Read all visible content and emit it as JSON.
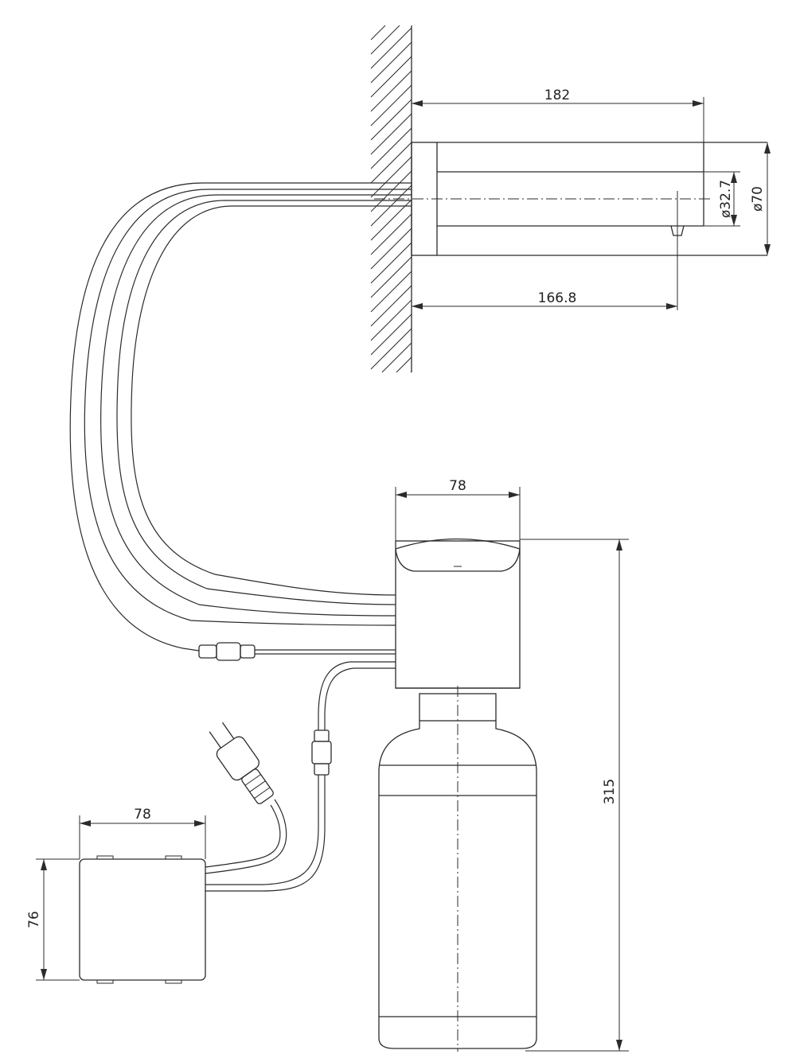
{
  "dimensions": {
    "spout_length": "182",
    "spout_reach": "166.8",
    "inner_diameter": "ø32.7",
    "outer_diameter": "ø70",
    "pump_width": "78",
    "total_height": "315",
    "transformer_width": "78",
    "transformer_height": "76"
  }
}
